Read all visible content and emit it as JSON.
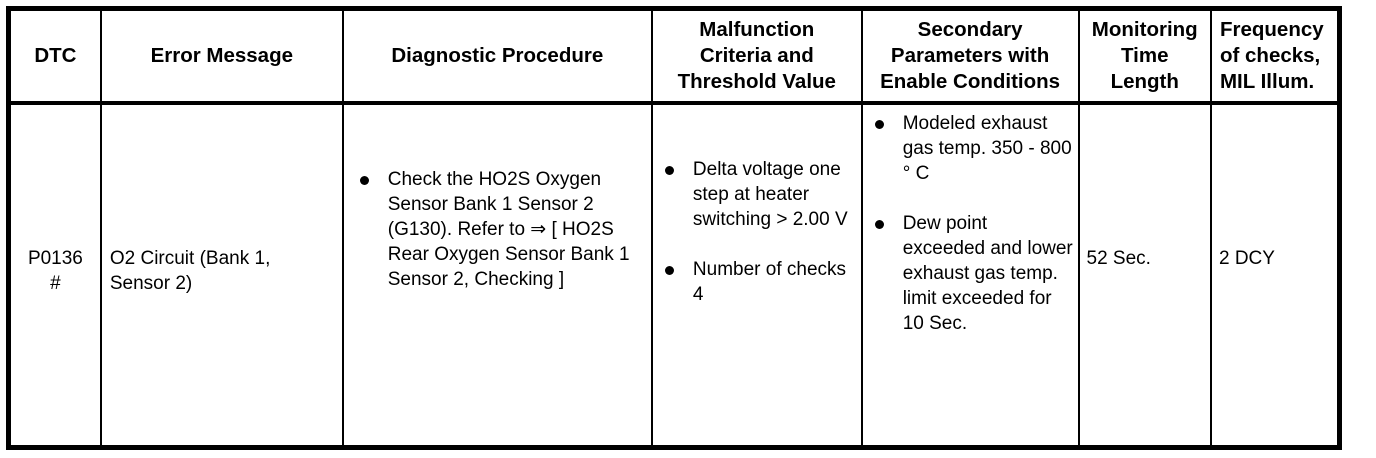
{
  "table": {
    "columns": [
      {
        "key": "dtc",
        "header": "DTC"
      },
      {
        "key": "error",
        "header": "Error Message"
      },
      {
        "key": "procedure",
        "header": "Diagnostic Procedure"
      },
      {
        "key": "criteria",
        "header": "Malfunction\nCriteria and\nThreshold Value"
      },
      {
        "key": "secondary",
        "header": "Secondary\nParameters with\nEnable Conditions"
      },
      {
        "key": "monitoring",
        "header": "Monitoring\nTime\nLength"
      },
      {
        "key": "frequency",
        "header": "Frequency\nof checks,\nMIL Illum."
      }
    ],
    "rows": [
      {
        "dtc": "P0136\n#",
        "error": "O2 Circuit (Bank 1, Sensor 2)",
        "procedure_bullets": [
          "Check the HO2S Oxygen Sensor Bank 1 Sensor 2 (G130). Refer to ⇒ [ HO2S Rear Oxygen Sensor Bank 1 Sensor 2, Checking ]"
        ],
        "criteria_bullets": [
          "Delta voltage one step at heater switching > 2.00 V",
          "Number of checks 4"
        ],
        "secondary_bullets": [
          "Modeled exhaust gas temp. 350 - 800 ° C",
          "Dew point exceeded and lower exhaust gas temp. limit exceeded for 10 Sec."
        ],
        "monitoring": "52 Sec.",
        "frequency": "2 DCY"
      }
    ]
  },
  "style": {
    "border_color": "#000000",
    "background": "#ffffff",
    "text_color": "#000000"
  }
}
